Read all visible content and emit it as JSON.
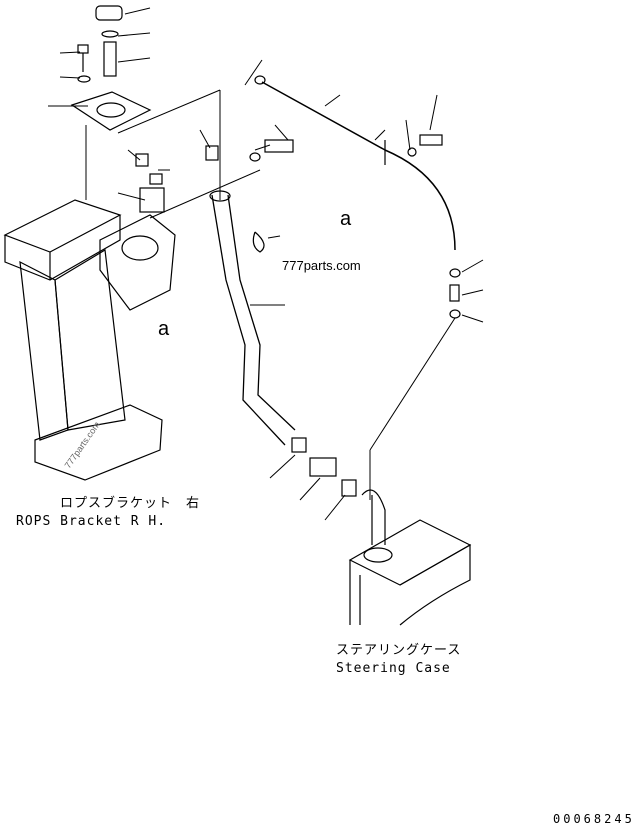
{
  "labels": {
    "rops_jp": "ロプスブラケット　右",
    "rops_en": "ROPS Bracket R H.",
    "steering_jp": "ステアリングケース",
    "steering_en": "Steering Case"
  },
  "callouts": [
    "a",
    "a"
  ],
  "watermark": "777parts.com",
  "watermark_small": "777parts.com",
  "drawing_number": "00068245"
}
